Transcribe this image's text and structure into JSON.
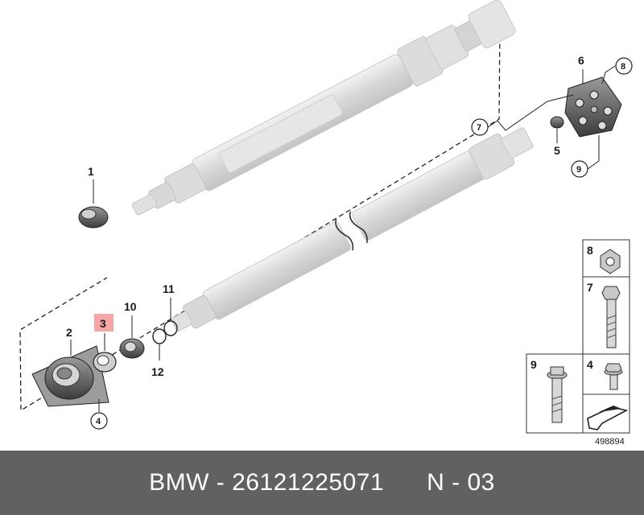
{
  "diagram": {
    "callouts": {
      "c1": "1",
      "c2": "2",
      "c3": "3",
      "c4": "4",
      "c5": "5",
      "c6": "6",
      "c7": "7",
      "c8": "8",
      "c9": "9",
      "c10": "10",
      "c11": "11",
      "c12": "12"
    },
    "highlighted_part": "3",
    "highlight_color": "#f4a6a6",
    "legend": {
      "cells": [
        {
          "label": "8",
          "part": "hex-nut"
        },
        {
          "label": "7",
          "part": "hex-bolt"
        },
        {
          "label": "9",
          "part": "flange-bolt"
        },
        {
          "label": "4",
          "part": "hex-bolt-with-washer"
        }
      ]
    },
    "reference_number": "498894"
  },
  "footer": {
    "text": "BMW - 26121225071      N - 03",
    "background": "#616161"
  }
}
